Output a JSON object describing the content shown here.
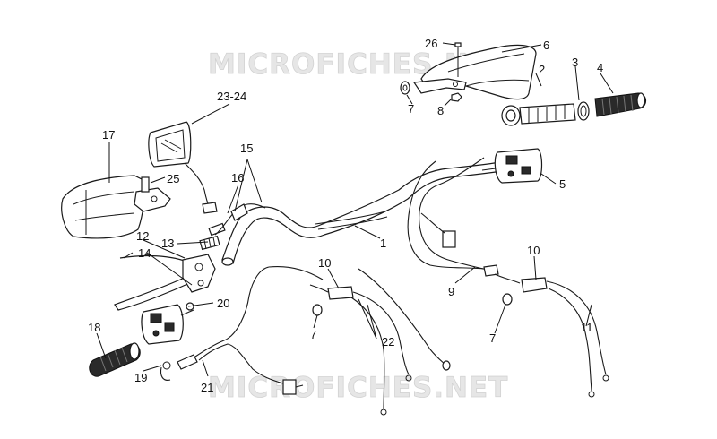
{
  "watermarks": [
    "MICROFICHES.NET",
    "MICROFICHES.NET"
  ],
  "callouts": [
    {
      "id": "c1",
      "label": "1"
    },
    {
      "id": "c2",
      "label": "2"
    },
    {
      "id": "c3",
      "label": "3"
    },
    {
      "id": "c4",
      "label": "4"
    },
    {
      "id": "c5",
      "label": "5"
    },
    {
      "id": "c6",
      "label": "6"
    },
    {
      "id": "c7a",
      "label": "7"
    },
    {
      "id": "c7b",
      "label": "7"
    },
    {
      "id": "c7c",
      "label": "7"
    },
    {
      "id": "c8",
      "label": "8"
    },
    {
      "id": "c9",
      "label": "9"
    },
    {
      "id": "c10a",
      "label": "10"
    },
    {
      "id": "c10b",
      "label": "10"
    },
    {
      "id": "c11",
      "label": "11"
    },
    {
      "id": "c12",
      "label": "12"
    },
    {
      "id": "c13",
      "label": "13"
    },
    {
      "id": "c14",
      "label": "14"
    },
    {
      "id": "c15",
      "label": "15"
    },
    {
      "id": "c16",
      "label": "16"
    },
    {
      "id": "c17",
      "label": "17"
    },
    {
      "id": "c18",
      "label": "18"
    },
    {
      "id": "c19",
      "label": "19"
    },
    {
      "id": "c20",
      "label": "20"
    },
    {
      "id": "c21",
      "label": "21"
    },
    {
      "id": "c22",
      "label": "22"
    },
    {
      "id": "c23",
      "label": "23-24"
    },
    {
      "id": "c25",
      "label": "25"
    },
    {
      "id": "c26",
      "label": "26"
    }
  ]
}
